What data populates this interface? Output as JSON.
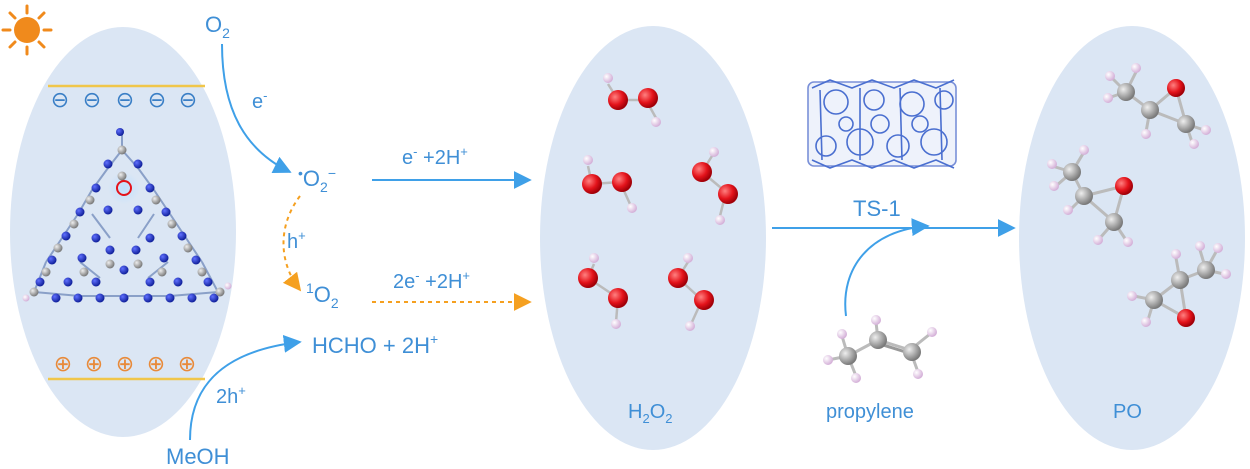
{
  "labels": {
    "o2_base": "O",
    "o2_sub": "2",
    "e_minus": "e",
    "e_minus_sup": "-",
    "superoxide_dot": "•",
    "superoxide_base": "O",
    "superoxide_sub": "2",
    "superoxide_sup": "−",
    "h_plus": "h",
    "h_plus_sup": "+",
    "singlet_sup": "1",
    "singlet_base": "O",
    "singlet_sub": "2",
    "hcho": "HCHO + 2H",
    "hcho_sup": "+",
    "two_h": "2h",
    "two_h_sup": "+",
    "meoh": "MeOH",
    "path_top_e": "e",
    "path_top_e_sup": "-",
    "path_top_rest": " +2H",
    "path_top_rest_sup": "+",
    "path_bot_2e": "2e",
    "path_bot_2e_sup": "-",
    "path_bot_rest": " +2H",
    "path_bot_rest_sup": "+",
    "h2o2_h": "H",
    "h2o2_sub1": "2",
    "h2o2_o": "O",
    "h2o2_sub2": "2",
    "ts1": "TS-1",
    "propylene": "propylene",
    "po": "PO",
    "minus_symbol": "⊖",
    "plus_symbol": "⊕"
  },
  "colors": {
    "ellipse_fill": "#dbe6f4",
    "arrow_blue": "#3fa0e8",
    "arrow_orange": "#f5a020",
    "band_yellow": "#f0c64a",
    "oxygen_red": "#e4131b",
    "hydrogen_pink": "#e8c8e8",
    "carbon_gray": "#9a9a9a",
    "nitrogen_blue": "#1a2fc8",
    "sun_orange": "#f08a1c",
    "hole_orange": "#e88a3a"
  }
}
